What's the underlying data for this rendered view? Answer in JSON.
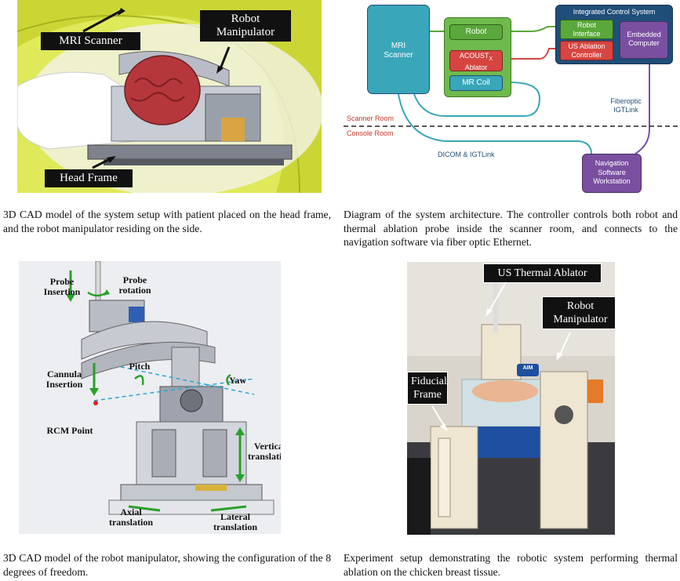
{
  "panel_a": {
    "labels": {
      "mri_scanner": "MRI Scanner",
      "robot_line1": "Robot",
      "robot_line2": "Manipulator",
      "head_frame": "Head Frame"
    },
    "caption": "3D CAD model of the system setup with patient placed on the head frame, and the robot manipulator residing on the side."
  },
  "panel_b": {
    "labels": {
      "mri_line1": "MRI",
      "mri_line2": "Scanner",
      "robot": "Robot",
      "acoustx_main": "ACOUST",
      "acoustx_sub": "X",
      "acoustx_line2": "Ablator",
      "mr_coil": "MR Coil",
      "ics_title": "Integrated Control System",
      "robot_iface_line1": "Robot",
      "robot_iface_line2": "Interface",
      "us_ctrl_line1": "US Ablation",
      "us_ctrl_line2": "Controller",
      "embedded_line1": "Embedded",
      "embedded_line2": "Computer",
      "fiberoptic_line1": "Fiberoptic",
      "fiberoptic_line2": "IGTLink",
      "scanner_room": "Scanner Room",
      "console_room": "Console Room",
      "dicom": "DICOM & IGTLink",
      "nav_line1": "Navigation",
      "nav_line2": "Software",
      "nav_line3": "Workstation"
    },
    "caption": "Diagram of the system architecture. The controller controls both robot and thermal ablation probe inside the scanner room, and connects to the navigation software via fiber optic Ethernet."
  },
  "panel_c": {
    "labels": {
      "probe_insertion_1": "Probe",
      "probe_insertion_2": "Insertion",
      "probe_rotation_1": "Probe",
      "probe_rotation_2": "rotation",
      "cannula_1": "Cannula",
      "cannula_2": "Insertion",
      "pitch": "Pitch",
      "yaw": "Yaw",
      "rcm": "RCM Point",
      "vertical_1": "Vertical",
      "vertical_2": "translation",
      "axial_1": "Axial",
      "axial_2": "translation",
      "lateral_1": "Lateral",
      "lateral_2": "translation"
    },
    "caption": "3D CAD model of the robot manipulator, showing the configuration of the 8 degrees of freedom."
  },
  "panel_d": {
    "labels": {
      "us_ablator": "US Thermal Ablator",
      "robot_line1": "Robot",
      "robot_line2": "Manipulator",
      "fiducial_line1": "Fiducial",
      "fiducial_line2": "Frame",
      "logo": "AIM"
    },
    "caption": "Experiment setup demonstrating the robotic system performing thermal ablation on the chicken breast tissue."
  },
  "colors": {
    "mri_teal": "#3aa6b9",
    "ics_blue": "#1f4e79",
    "robot_green": "#5aa83b",
    "ablator_red": "#d64541",
    "nav_purple": "#7a4fa0",
    "room_red": "#c0392b"
  }
}
